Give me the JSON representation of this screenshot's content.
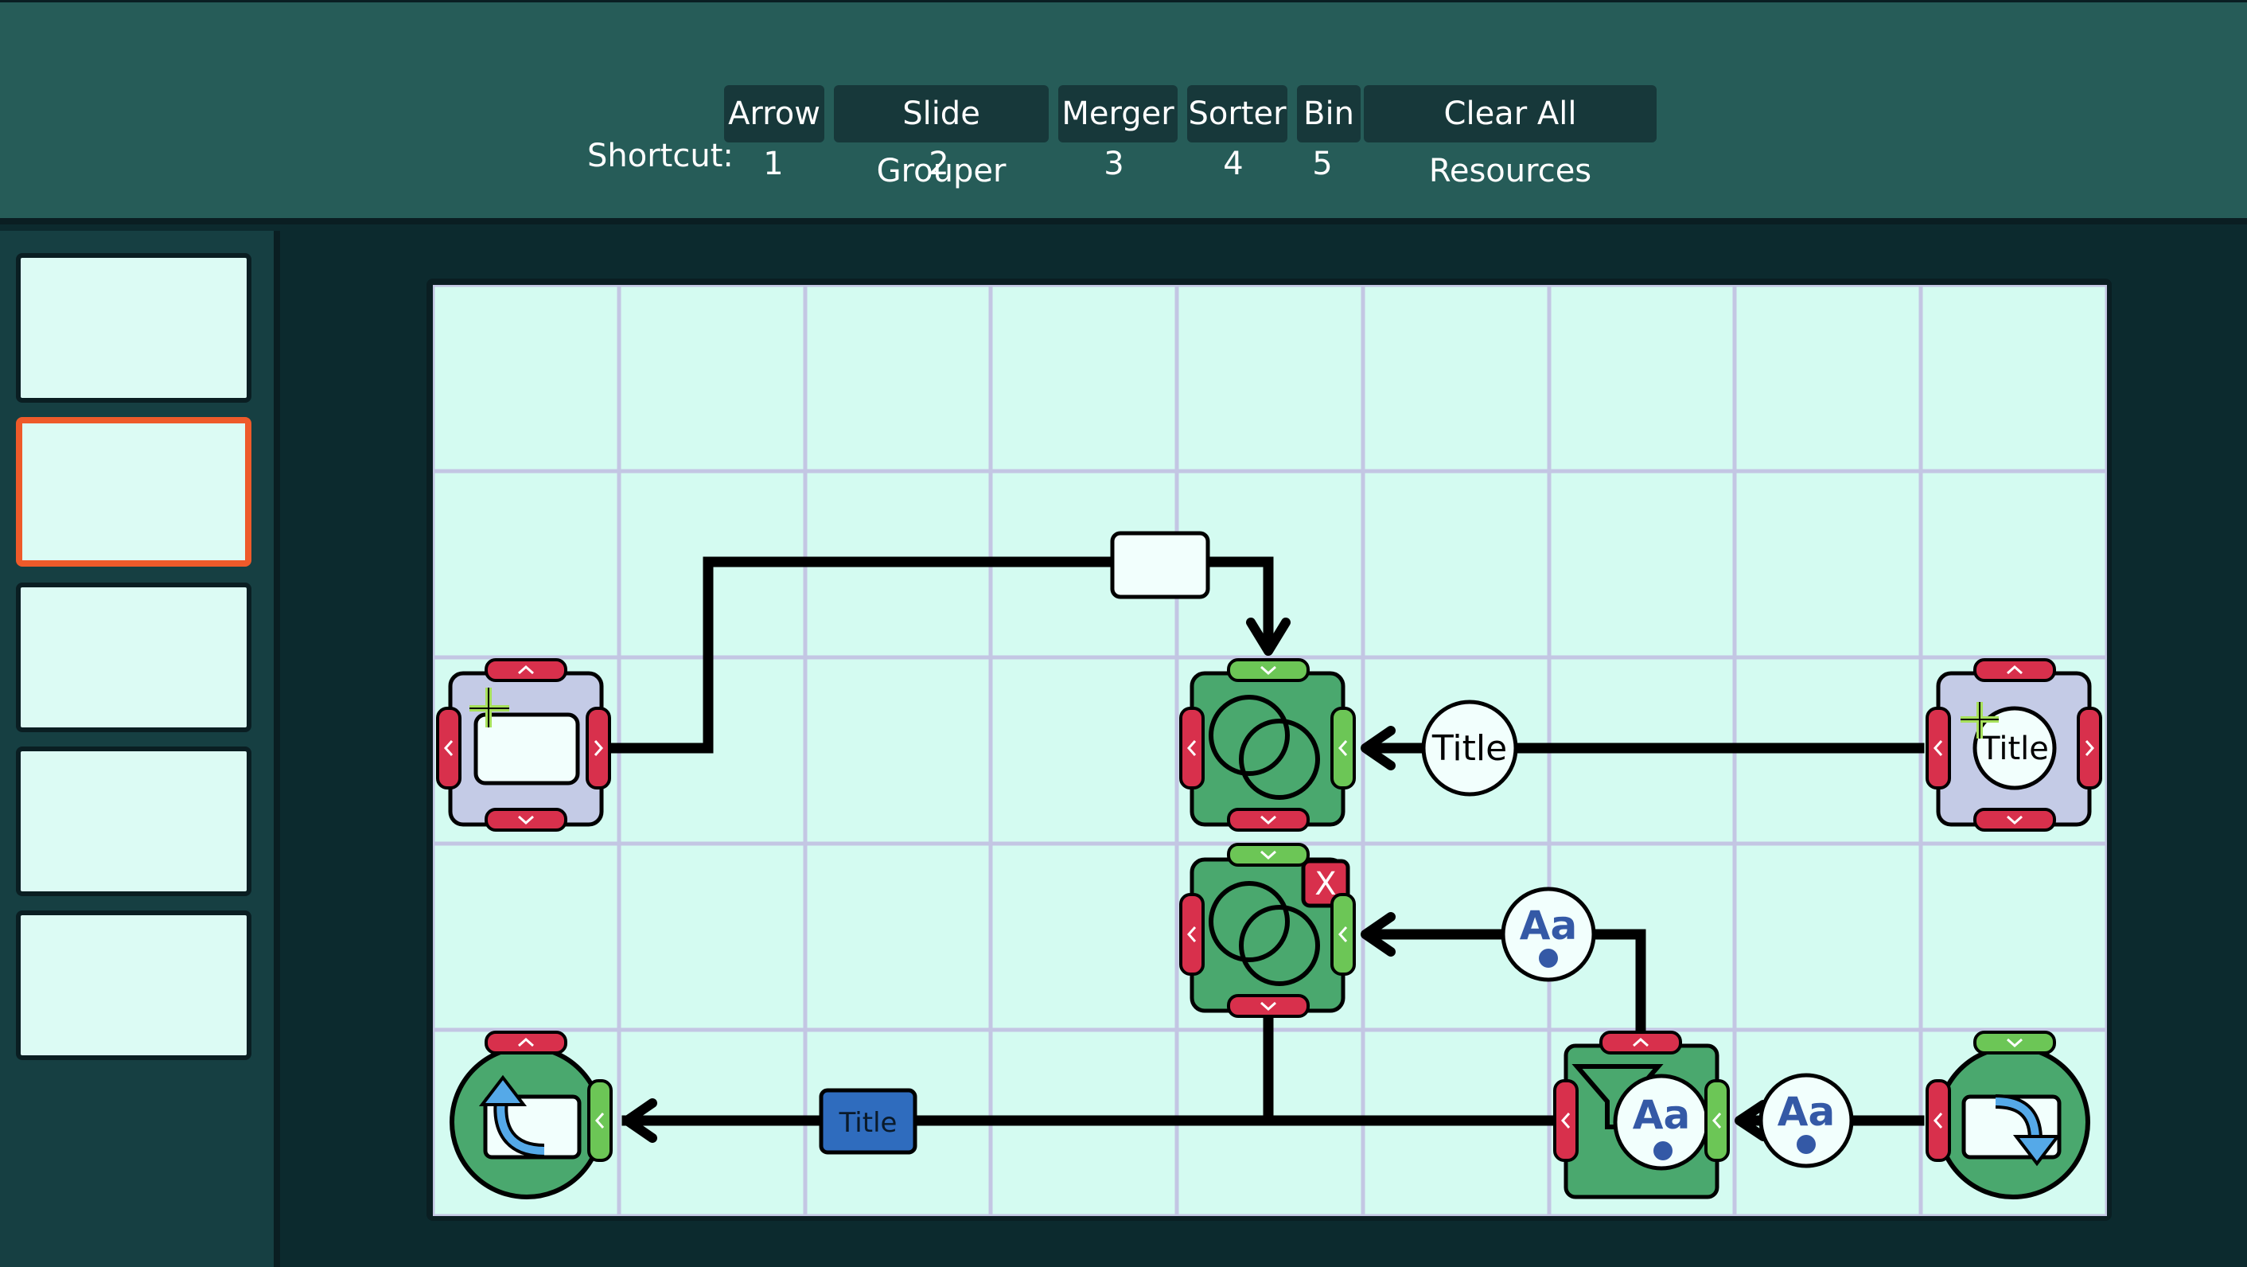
{
  "toolbar": {
    "shortcut_label": "Shortcut:",
    "tools": [
      {
        "label": "Arrow",
        "key": "1"
      },
      {
        "label": "Slide Grouper",
        "key": "2"
      },
      {
        "label": "Merger",
        "key": "3"
      },
      {
        "label": "Sorter",
        "key": "4"
      },
      {
        "label": "Bin",
        "key": "5"
      },
      {
        "label": "Clear All Resources",
        "key": ""
      }
    ]
  },
  "sidebar": {
    "slides": [
      {
        "active": false
      },
      {
        "active": true
      },
      {
        "active": false
      },
      {
        "active": false
      },
      {
        "active": false
      }
    ]
  },
  "board": {
    "columns": 9,
    "rows": 5,
    "resources": {
      "title_circle": "Title",
      "title_in_source": "Title",
      "title_tag": "Title",
      "text_glyph": "Aa",
      "bin_mark": "X"
    }
  },
  "colors": {
    "header": "#265c58",
    "board": "#d4fbf1",
    "grid_line": "#c3c6e3",
    "node_green": "#4aa86e",
    "node_lavender": "#c4cbe6",
    "port_red": "#d8304c",
    "port_green": "#6cc656",
    "selection": "#ee5a2a",
    "title_tag": "#2f6cbe",
    "accent_plus": "#a6e05a",
    "arrow": "#000000"
  }
}
